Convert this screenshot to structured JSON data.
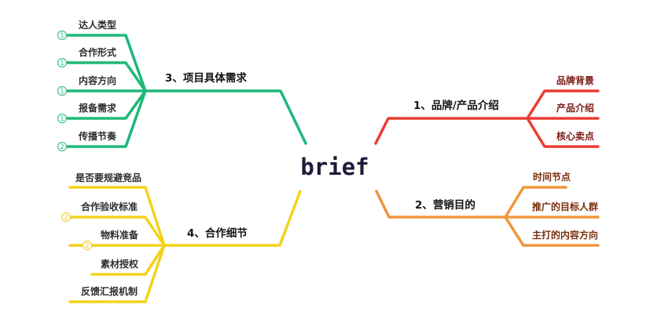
{
  "center": {
    "label": "brief"
  },
  "colors": {
    "green": "#1db87a",
    "yellow": "#f2d21c",
    "red": "#ea3d33",
    "orange": "#f0963c",
    "badge_green": "#3fc48a",
    "badge_yellow": "#f5d33a"
  },
  "branches": {
    "brand": {
      "label": "1、品牌/产品介绍",
      "items": [
        "品牌背景",
        "产品介绍",
        "核心卖点"
      ]
    },
    "marketing": {
      "label": "2、营销目的",
      "items": [
        "时间节点",
        "推广的目标人群",
        "主打的内容方向"
      ]
    },
    "project": {
      "label": "3、项目具体需求",
      "items": [
        "达人类型",
        "合作形式",
        "内容方向",
        "报备需求",
        "传播节奏"
      ],
      "badges": [
        "1",
        "1",
        "1",
        "1",
        "2"
      ]
    },
    "cooperation": {
      "label": "4、合作细节",
      "items": [
        "是否要规避竞品",
        "合作验收标准",
        "物料准备",
        "素材授权",
        "反馈汇报机制"
      ],
      "badges": [
        "",
        "2",
        "2",
        "",
        ""
      ]
    }
  }
}
